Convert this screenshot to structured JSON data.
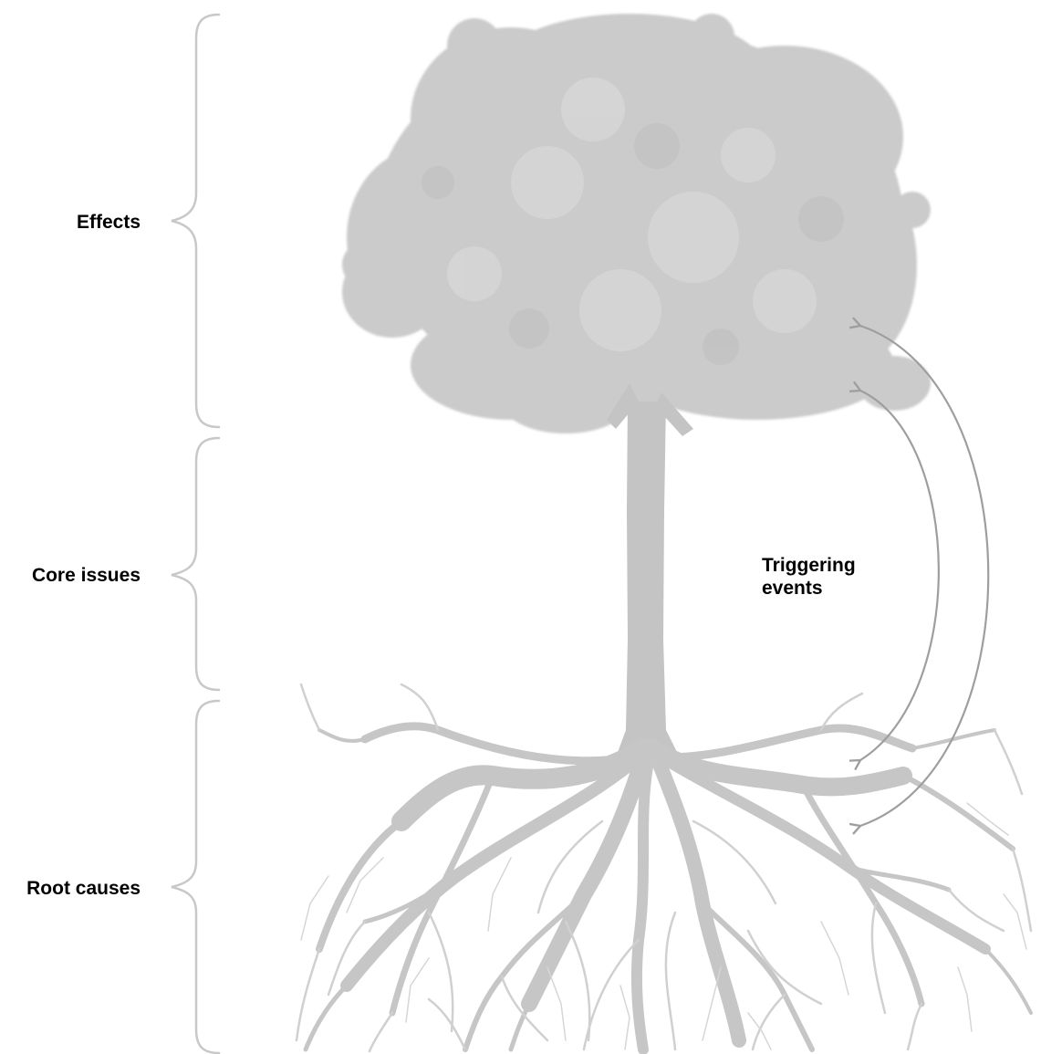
{
  "labels": {
    "effects": "Effects",
    "core_issues": "Core issues",
    "root_causes": "Root causes",
    "triggering_line1": "Triggering",
    "triggering_line2": "events"
  },
  "colors": {
    "tree": "#c9c9c9",
    "tree_dark": "#bdbdbd",
    "bracket": "#c8c8c8",
    "arrow": "#9e9e9e",
    "text": "#000000"
  },
  "icons": {
    "tree": "tree-illustration",
    "brace": "curly-brace",
    "arrow": "curved-arrow"
  }
}
